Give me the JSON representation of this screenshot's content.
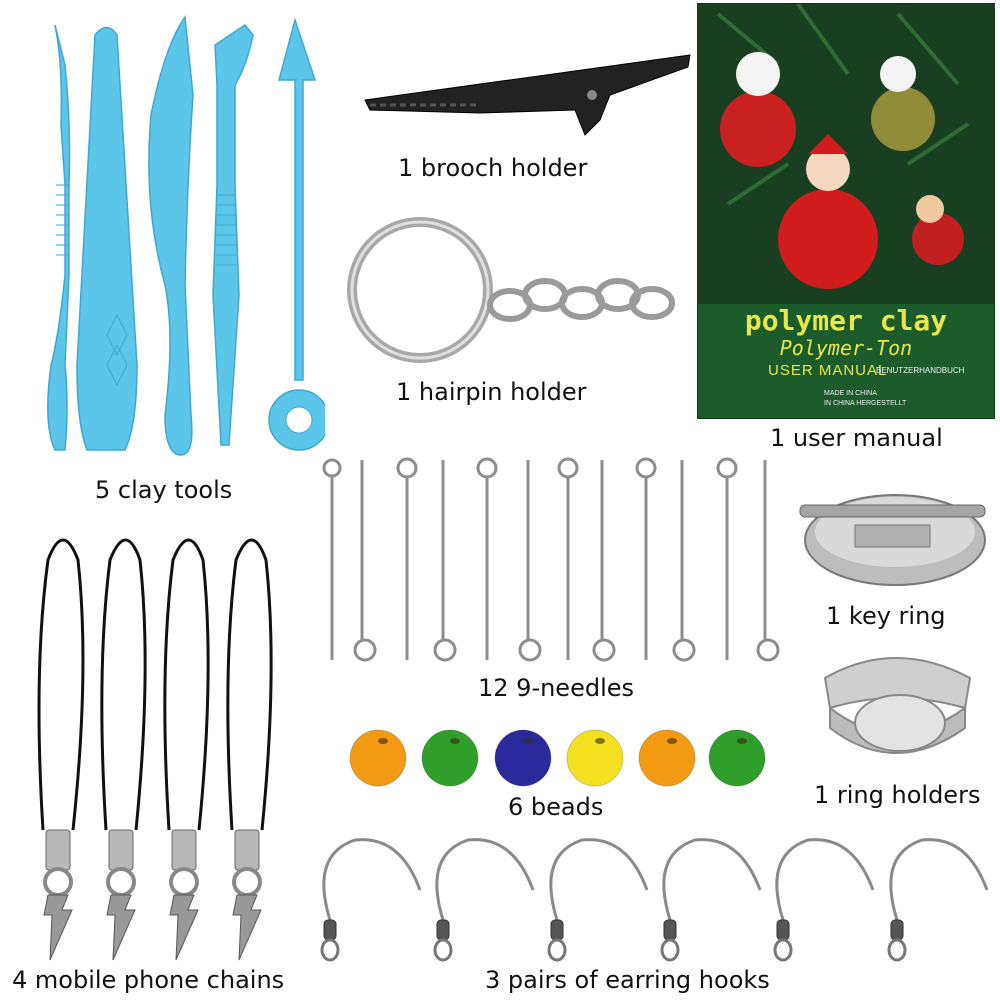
{
  "labels": {
    "clay_tools": "5 clay tools",
    "brooch_holder": "1 brooch holder",
    "hairpin_holder": "1 hairpin holder",
    "user_manual": "1 user manual",
    "key_ring": "1 key ring",
    "needles": "12 9-needles",
    "ring_holders": "1 ring holders",
    "beads": "6 beads",
    "phone_chains": "4 mobile phone chains",
    "earring_hooks": "3 pairs of earring hooks"
  },
  "manual": {
    "title": "polymer clay",
    "subtitle": "Polymer-Ton",
    "manual_text": "USER MANUAL",
    "manual_sub": "BENUTZERHANDBUCH",
    "made_in": "MADE IN CHINA",
    "made_in_de": "IN CHINA HERGESTELLT"
  },
  "colors": {
    "tool_blue": "#5cc6ea",
    "manual_green": "#1c5c2a",
    "bead_colors": [
      "#f29a12",
      "#2f9e2a",
      "#2a2a9c",
      "#f3e021",
      "#f29a12",
      "#2f9e2a"
    ]
  },
  "counts": {
    "needles": 12,
    "beads": 6,
    "phone_chains": 4,
    "earring_hooks": 6
  }
}
